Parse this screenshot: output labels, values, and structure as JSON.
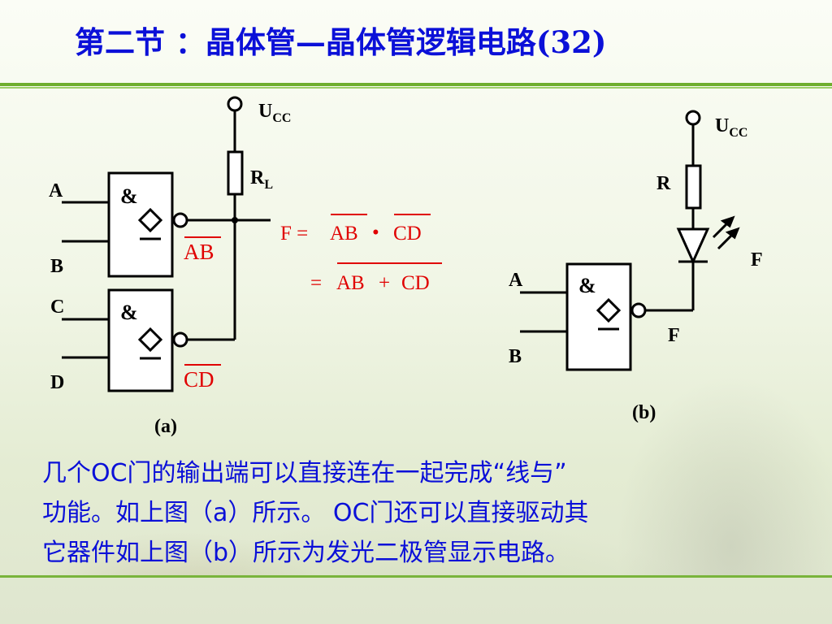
{
  "slide": {
    "title": "第二节 ：晶体管—晶体管逻辑电路(32)",
    "paragraph_lines": [
      "几个OC门的输出端可以直接连在一起完成“线与”",
      "功能。如上图（a）所示。 OC门还可以直接驱动其",
      "它器件如上图（b）所示为发光二极管显示电路。"
    ]
  },
  "circuit_a": {
    "supply": "U",
    "supply_sub": "CC",
    "resistor": "R",
    "resistor_sub": "L",
    "gate_symbol": "&",
    "inputs": [
      "A",
      "B",
      "C",
      "D"
    ],
    "gate1_output": "AB",
    "gate2_output": "CD",
    "eq1_lhs": "F =",
    "eq1_t1": "AB",
    "eq1_op": "•",
    "eq1_t2": "CD",
    "eq2_lhs": "=",
    "eq2_t1": "AB",
    "eq2_op": "+",
    "eq2_t2": "CD",
    "caption": "(a)"
  },
  "circuit_b": {
    "supply": "U",
    "supply_sub": "CC",
    "resistor": "R",
    "led_label": "F",
    "gate_symbol": "&",
    "inputs": [
      "A",
      "B"
    ],
    "output": "F",
    "caption": "(b)"
  },
  "colors": {
    "title": "#0b10d8",
    "paragraph": "#0b10d8",
    "equation": "#e00000",
    "rule": "#6fae2f"
  }
}
